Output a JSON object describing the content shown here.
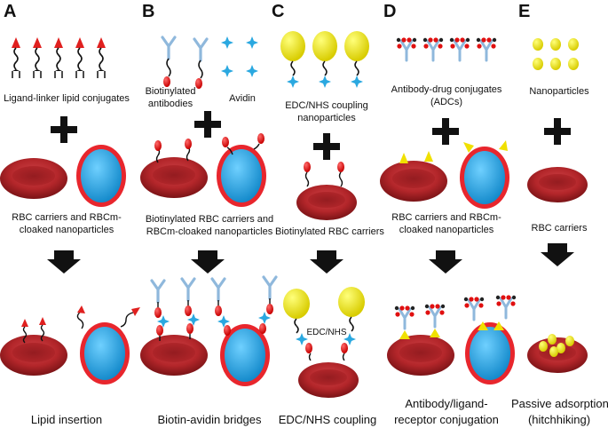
{
  "panels": [
    {
      "letter": "A",
      "reagent_label": "Ligand-linker lipid conjugates",
      "carrier_label_line1": "RBC carriers and RBCm-",
      "carrier_label_line2": "cloaked nanoparticles",
      "method_label": "Lipid insertion"
    },
    {
      "letter": "B",
      "reagent_label_a_line1": "Biotinylated",
      "reagent_label_a_line2": "antibodies",
      "reagent_label_b": "Avidin",
      "carrier_label_line1": "Biotinylated RBC carriers and",
      "carrier_label_line2": "RBCm-cloaked nanoparticles",
      "method_label": "Biotin-avidin bridges"
    },
    {
      "letter": "C",
      "reagent_label_line1": "EDC/NHS coupling",
      "reagent_label_line2": "nanoparticles",
      "carrier_label": "Biotinylated RBC carriers",
      "bond_label": "EDC/NHS",
      "method_label": "EDC/NHS coupling"
    },
    {
      "letter": "D",
      "reagent_label_line1": "Antibody-drug conjugates",
      "reagent_label_line2": "(ADCs)",
      "carrier_label_line1": "RBC carriers and RBCm-",
      "carrier_label_line2": "cloaked nanoparticles",
      "method_label_line1": "Antibody/ligand-",
      "method_label_line2": "receptor conjugation"
    },
    {
      "letter": "E",
      "reagent_label": "Nanoparticles",
      "carrier_label": "RBC carriers",
      "method_label_line1": "Passive adsorption",
      "method_label_line2": "(hitchhiking)"
    }
  ],
  "colors": {
    "rbc": "#b3262a",
    "rbc_dark": "#7a1316",
    "nanoparticle_core": "#1ea0e0",
    "rbc_membrane": "#e8262d",
    "ligand_triangle": "#e0201f",
    "biotin": "#e01010",
    "antibody": "#8fb8dc",
    "avidin": "#2aa8e0",
    "yellow_nanoparticle": "#e8e000",
    "plus": "#111111",
    "arrow": "#111111"
  },
  "icons": [
    "plus-icon",
    "down-arrow-icon",
    "rbc-icon",
    "rbcm-nanoparticle-icon",
    "antibody-icon",
    "avidin-star-icon",
    "nanoparticle-sphere-icon"
  ]
}
